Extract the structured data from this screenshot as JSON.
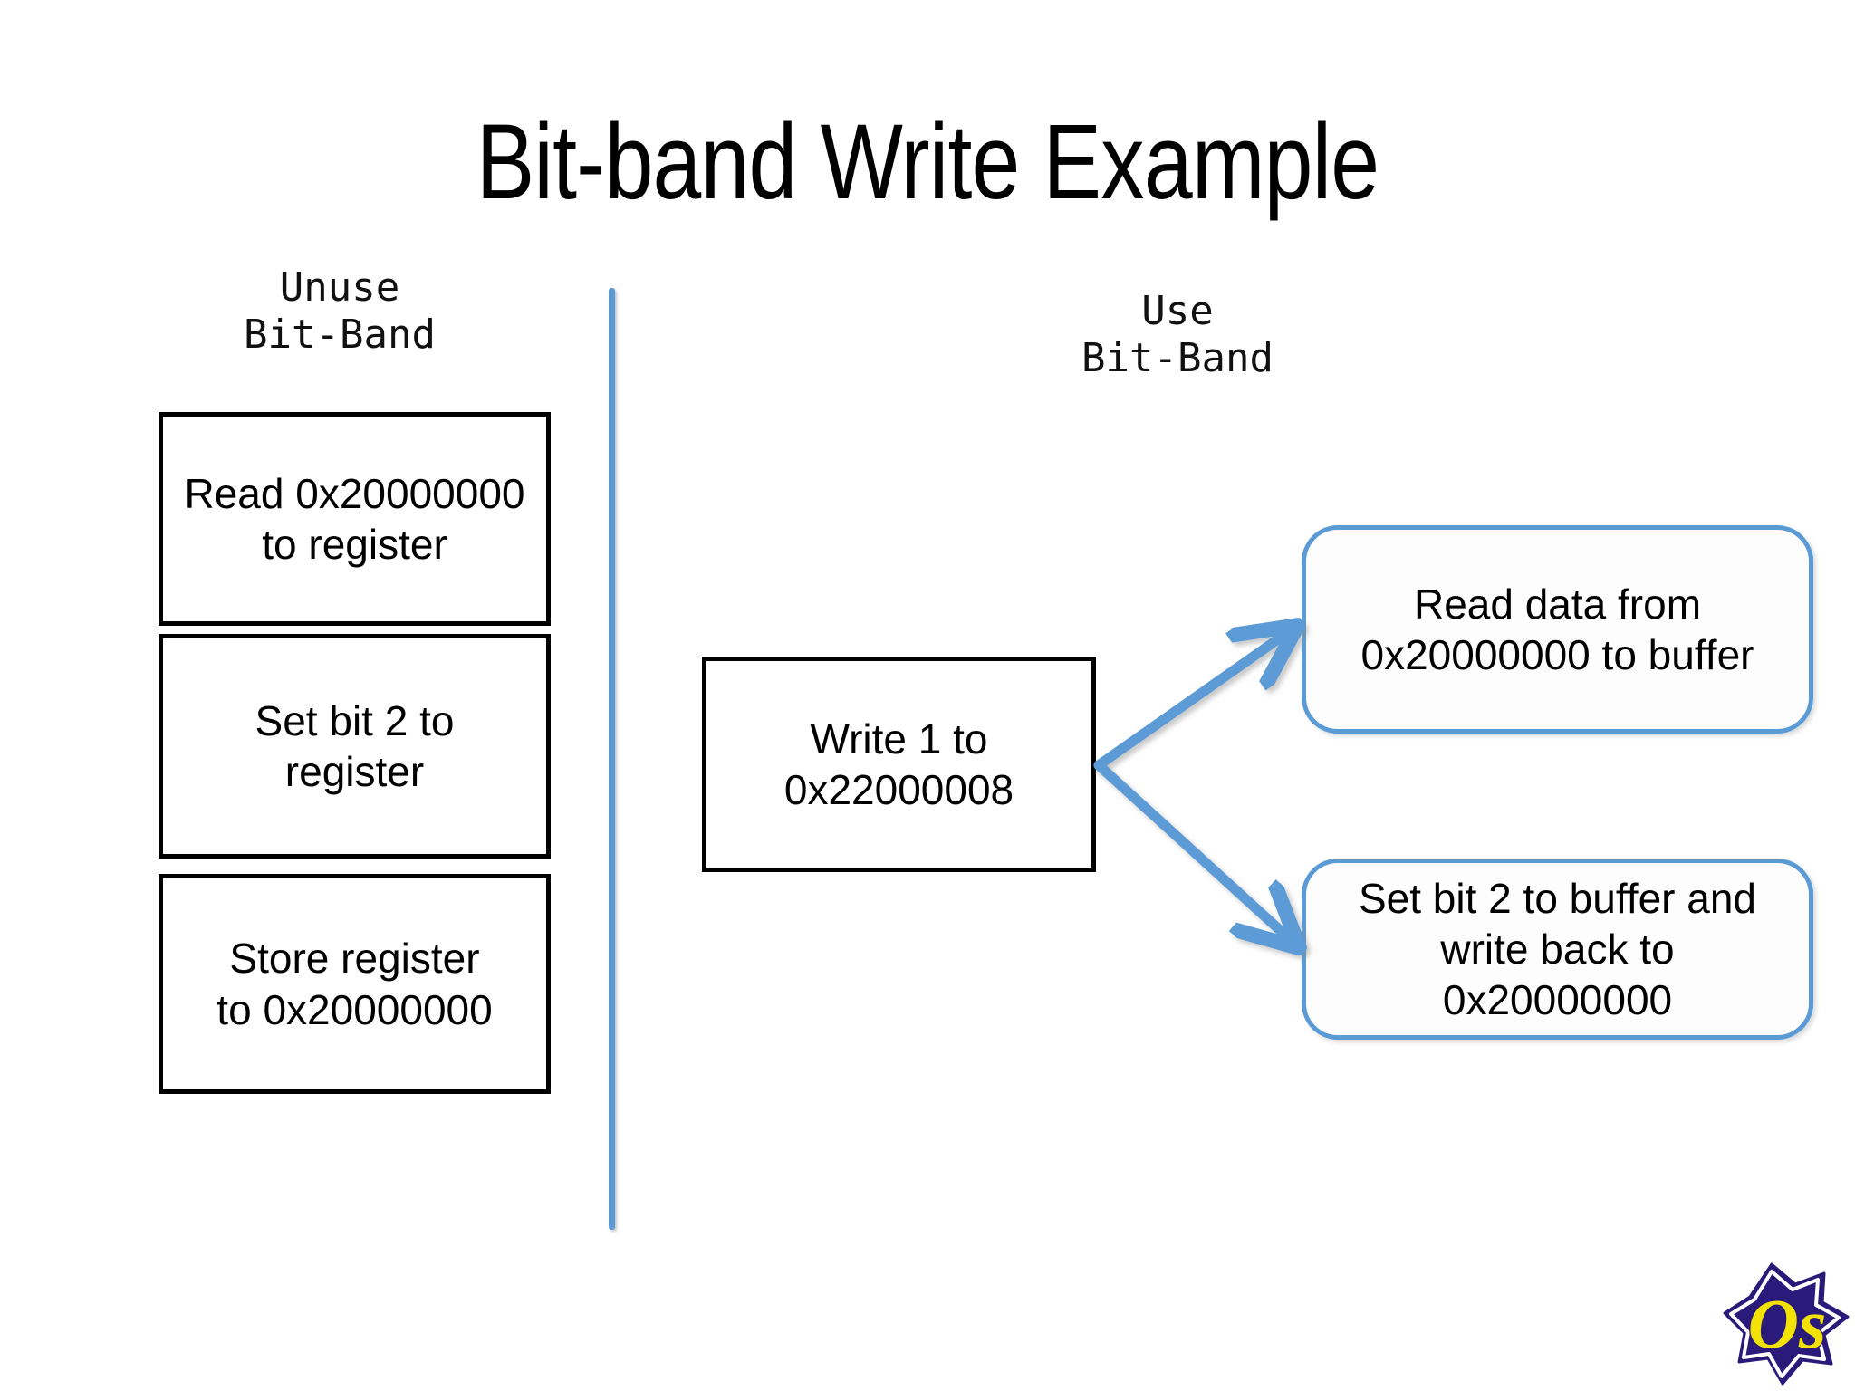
{
  "slide": {
    "title": "Bit-band Write Example",
    "background_color": "#ffffff"
  },
  "columns": {
    "left_caption": "Unuse\nBit-Band",
    "right_caption": "Use\nBit-Band"
  },
  "colors": {
    "accent_blue": "#5B9BD5",
    "box_outline_black": "#000000",
    "logo_navy": "#2A1A7A",
    "logo_yellow": "#F2E205"
  },
  "unuse_bitband_steps": [
    {
      "id": "read",
      "text": "Read 0x20000000\nto register"
    },
    {
      "id": "set-bit",
      "text": "Set bit 2 to\nregister"
    },
    {
      "id": "store",
      "text": "Store register\nto 0x20000000"
    }
  ],
  "use_bitband": {
    "write_box": {
      "id": "write",
      "text": "Write 1 to\n0x22000008"
    },
    "results": [
      {
        "id": "read-buffer",
        "text": "Read data from\n0x20000000 to buffer"
      },
      {
        "id": "set-buffer",
        "text": "Set bit 2 to buffer and\nwrite back to\n0x20000000"
      }
    ]
  },
  "logo": {
    "name": "os-star-logo",
    "text": "Os"
  }
}
